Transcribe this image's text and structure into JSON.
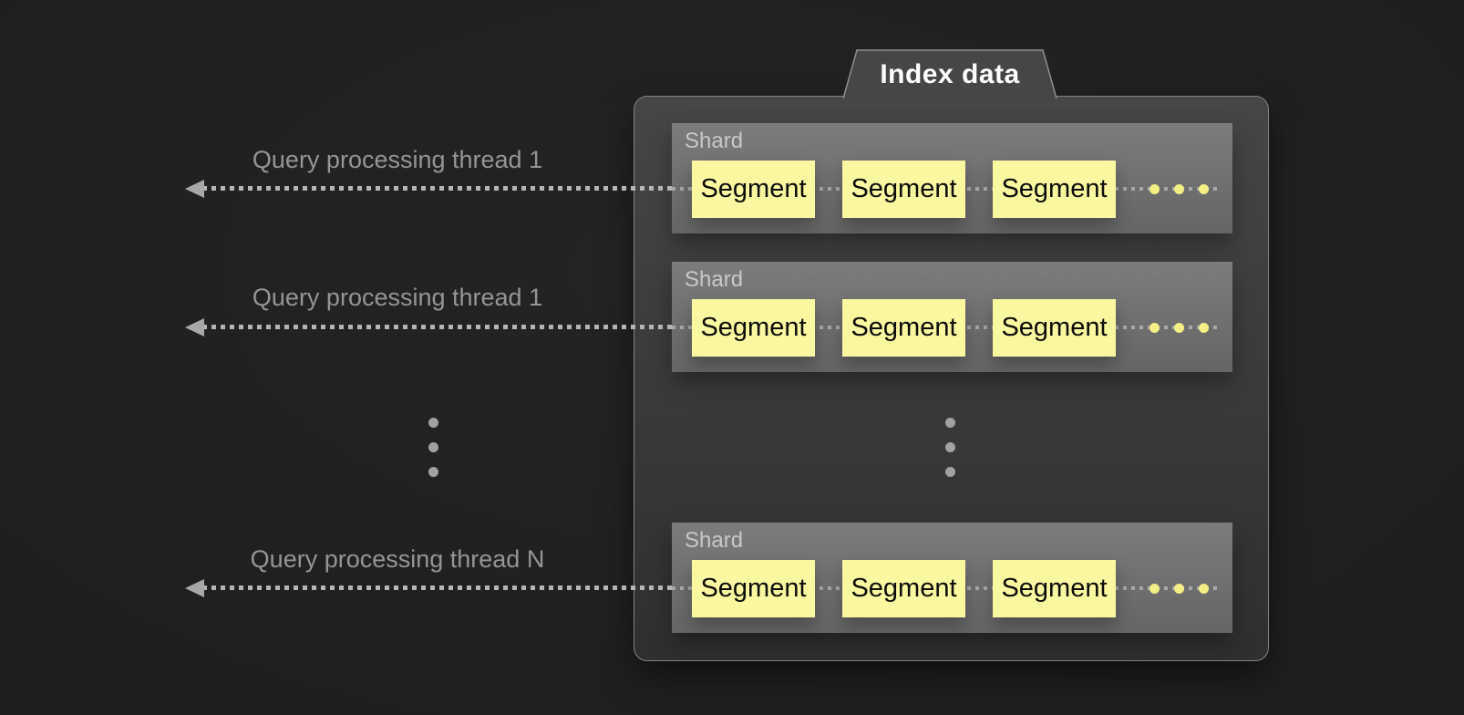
{
  "panel": {
    "title": "Index data"
  },
  "threads": [
    {
      "label": "Query processing thread 1"
    },
    {
      "label": "Query processing thread 1"
    },
    {
      "label": "Query processing thread N"
    }
  ],
  "shards": [
    {
      "label": "Shard",
      "segments": [
        "Segment",
        "Segment",
        "Segment"
      ]
    },
    {
      "label": "Shard",
      "segments": [
        "Segment",
        "Segment",
        "Segment"
      ]
    },
    {
      "label": "Shard",
      "segments": [
        "Segment",
        "Segment",
        "Segment"
      ]
    }
  ],
  "colors": {
    "page_bg": "#1d1d1d",
    "container_border": "#848484",
    "container_fill_top": "#464646",
    "container_fill_bottom": "#2f2f2f",
    "shard_fill_top": "#7c7c7c",
    "shard_fill_bottom": "#656565",
    "shard_label_text": "#c8c8c8",
    "segment_fill": "#f9f7a0",
    "segment_text": "#0c0c0c",
    "accent_yellow": "#f3ef85",
    "arrow_color": "#b5b5b5",
    "arrowhead_color": "#a8a8a8",
    "thread_label_text": "#959595",
    "ellipsis_dot": "#a2a2a2",
    "inner_dash": "#a9a9a9",
    "tab_text": "#ffffff"
  }
}
